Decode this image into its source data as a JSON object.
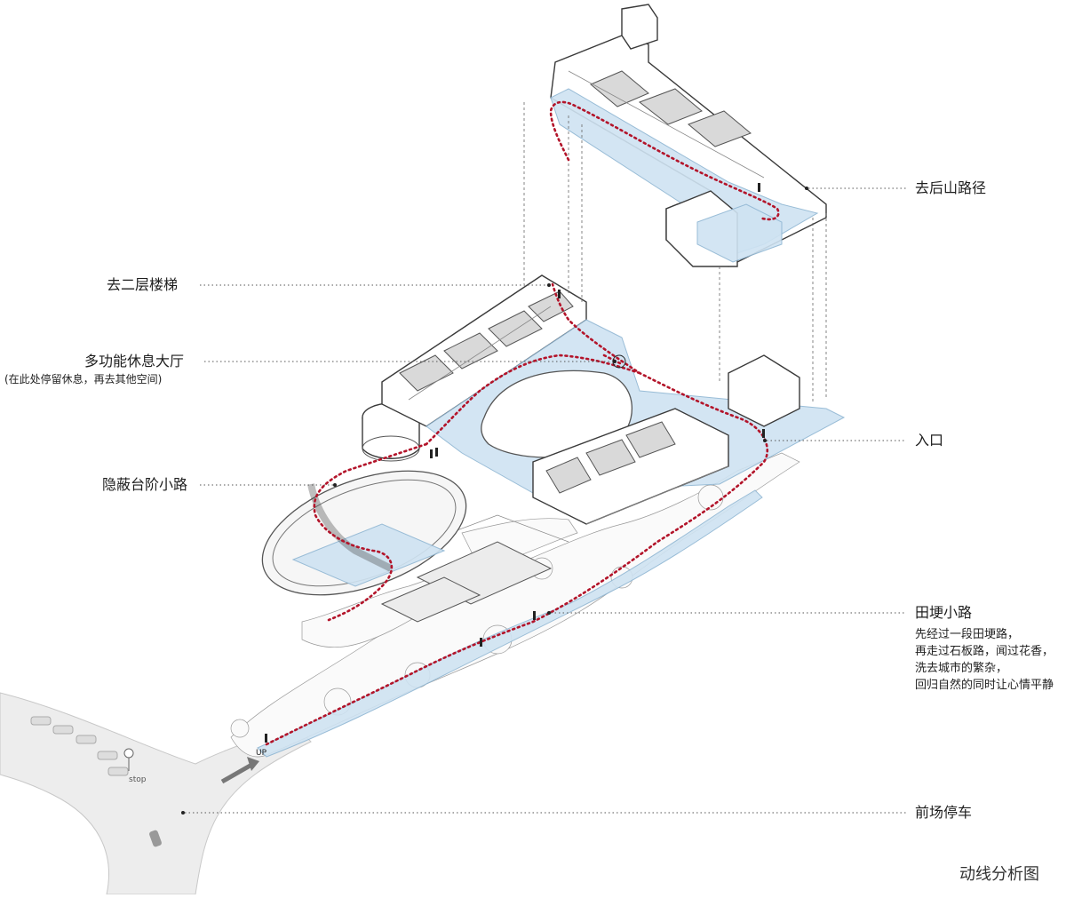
{
  "labels": {
    "back_hill": "去后山路径",
    "stairs_2f": "去二层楼梯",
    "lounge": "多功能休息大厅",
    "lounge_note": "(在此处停留休息，再去其他空间)",
    "hidden_steps": "隐蔽台阶小路",
    "entrance": "入口",
    "field_path": "田埂小路",
    "field_path_notes": [
      "先经过一段田埂路，",
      "再走过石板路，闻过花香，",
      "洗去城市的繁杂，",
      "回归自然的同时让心情平静"
    ],
    "front_parking": "前场停车"
  },
  "map_marks": {
    "up": "UP",
    "stop": "stop"
  },
  "figure_title": "动线分析图",
  "colors": {
    "route": "#b3142a",
    "water": "#cfe3f2",
    "leader": "#555555"
  }
}
